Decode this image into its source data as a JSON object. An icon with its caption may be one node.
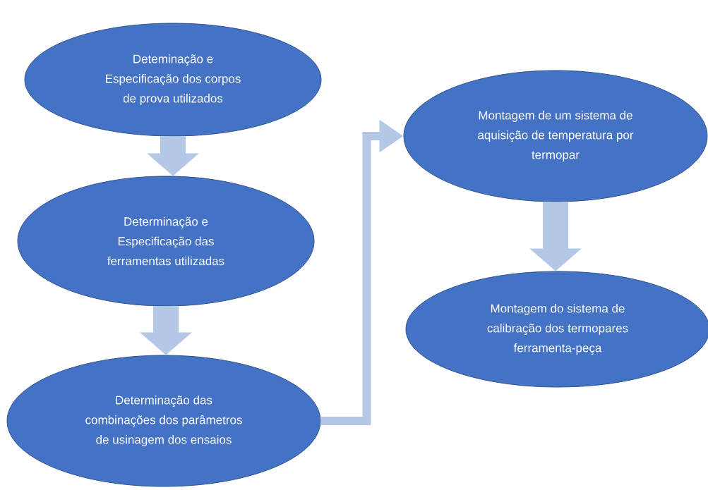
{
  "diagram": {
    "nodes": [
      {
        "text": [
          "Deteminação e Especificação dos corpos de prova utilizados"
        ]
      },
      {
        "text": [
          "Determinação e Especificação das ferramentas utilizadas"
        ]
      },
      {
        "text": [
          "Determinação das combinações dos parâmetros de usinagem dos ensaios"
        ]
      },
      {
        "text": [
          "Montagem de um sistema de aquisição de temperatura por termopar"
        ]
      },
      {
        "text": [
          "Montagem do sistema de calibração dos termopares ferramenta-peça"
        ]
      }
    ],
    "edges": [
      {
        "from": 0,
        "to": 1,
        "arrow": "to"
      },
      {
        "from": 1,
        "to": 2,
        "arrow": "to"
      },
      {
        "from": 2,
        "to": 3,
        "arrow": "to"
      },
      {
        "from": 3,
        "to": 4,
        "arrow": "to"
      }
    ]
  }
}
